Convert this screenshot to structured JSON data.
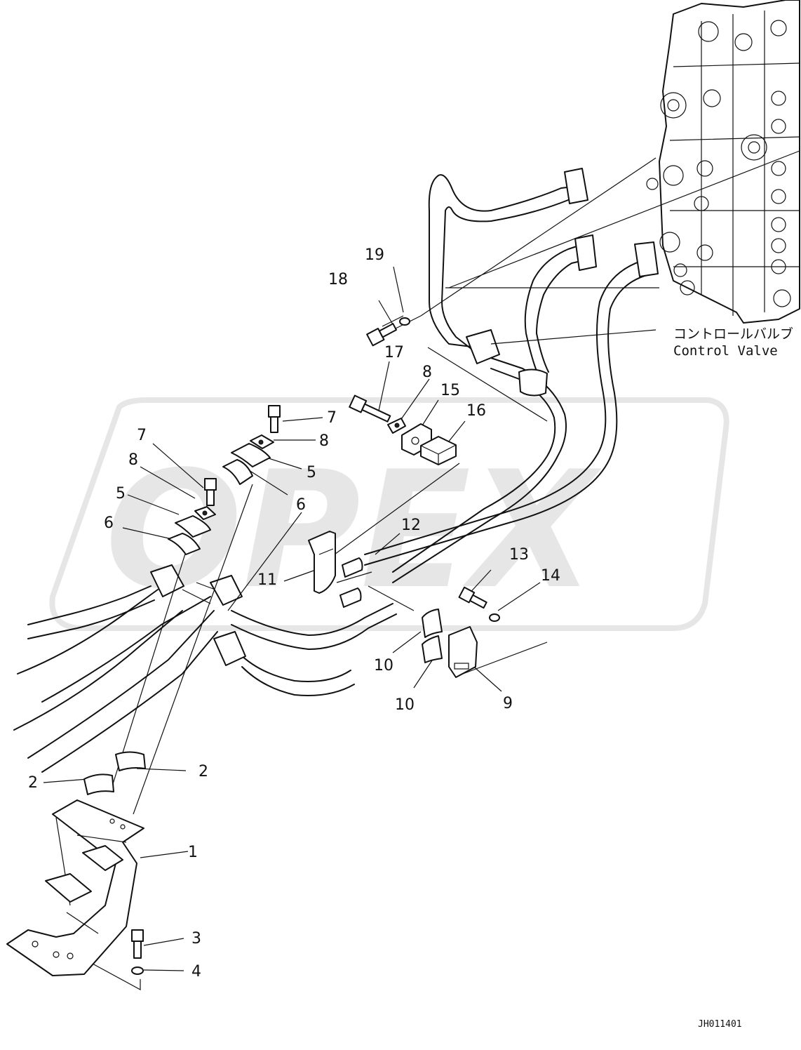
{
  "watermark": {
    "text": "OPEX",
    "color": "#e6e6e6"
  },
  "colors": {
    "line": "#111111",
    "background": "#ffffff",
    "watermark": "#e6e6e6"
  },
  "note": {
    "jp": "コントロールバルブ",
    "en": "Control Valve"
  },
  "drawing_code": "JH011401",
  "callouts": [
    {
      "id": "c19",
      "label": "19"
    },
    {
      "id": "c18",
      "label": "18"
    },
    {
      "id": "c17",
      "label": "17"
    },
    {
      "id": "c8a",
      "label": "8"
    },
    {
      "id": "c15",
      "label": "15"
    },
    {
      "id": "c16",
      "label": "16"
    },
    {
      "id": "c7a",
      "label": "7"
    },
    {
      "id": "c8b",
      "label": "8"
    },
    {
      "id": "c5a",
      "label": "5"
    },
    {
      "id": "c6a",
      "label": "6"
    },
    {
      "id": "c7b",
      "label": "7"
    },
    {
      "id": "c8c",
      "label": "8"
    },
    {
      "id": "c5b",
      "label": "5"
    },
    {
      "id": "c6b",
      "label": "6"
    },
    {
      "id": "c12",
      "label": "12"
    },
    {
      "id": "c11",
      "label": "11"
    },
    {
      "id": "c13",
      "label": "13"
    },
    {
      "id": "c14",
      "label": "14"
    },
    {
      "id": "c10a",
      "label": "10"
    },
    {
      "id": "c10b",
      "label": "10"
    },
    {
      "id": "c9",
      "label": "9"
    },
    {
      "id": "c2a",
      "label": "2"
    },
    {
      "id": "c2b",
      "label": "2"
    },
    {
      "id": "c1",
      "label": "1"
    },
    {
      "id": "c3",
      "label": "3"
    },
    {
      "id": "c4",
      "label": "4"
    }
  ]
}
